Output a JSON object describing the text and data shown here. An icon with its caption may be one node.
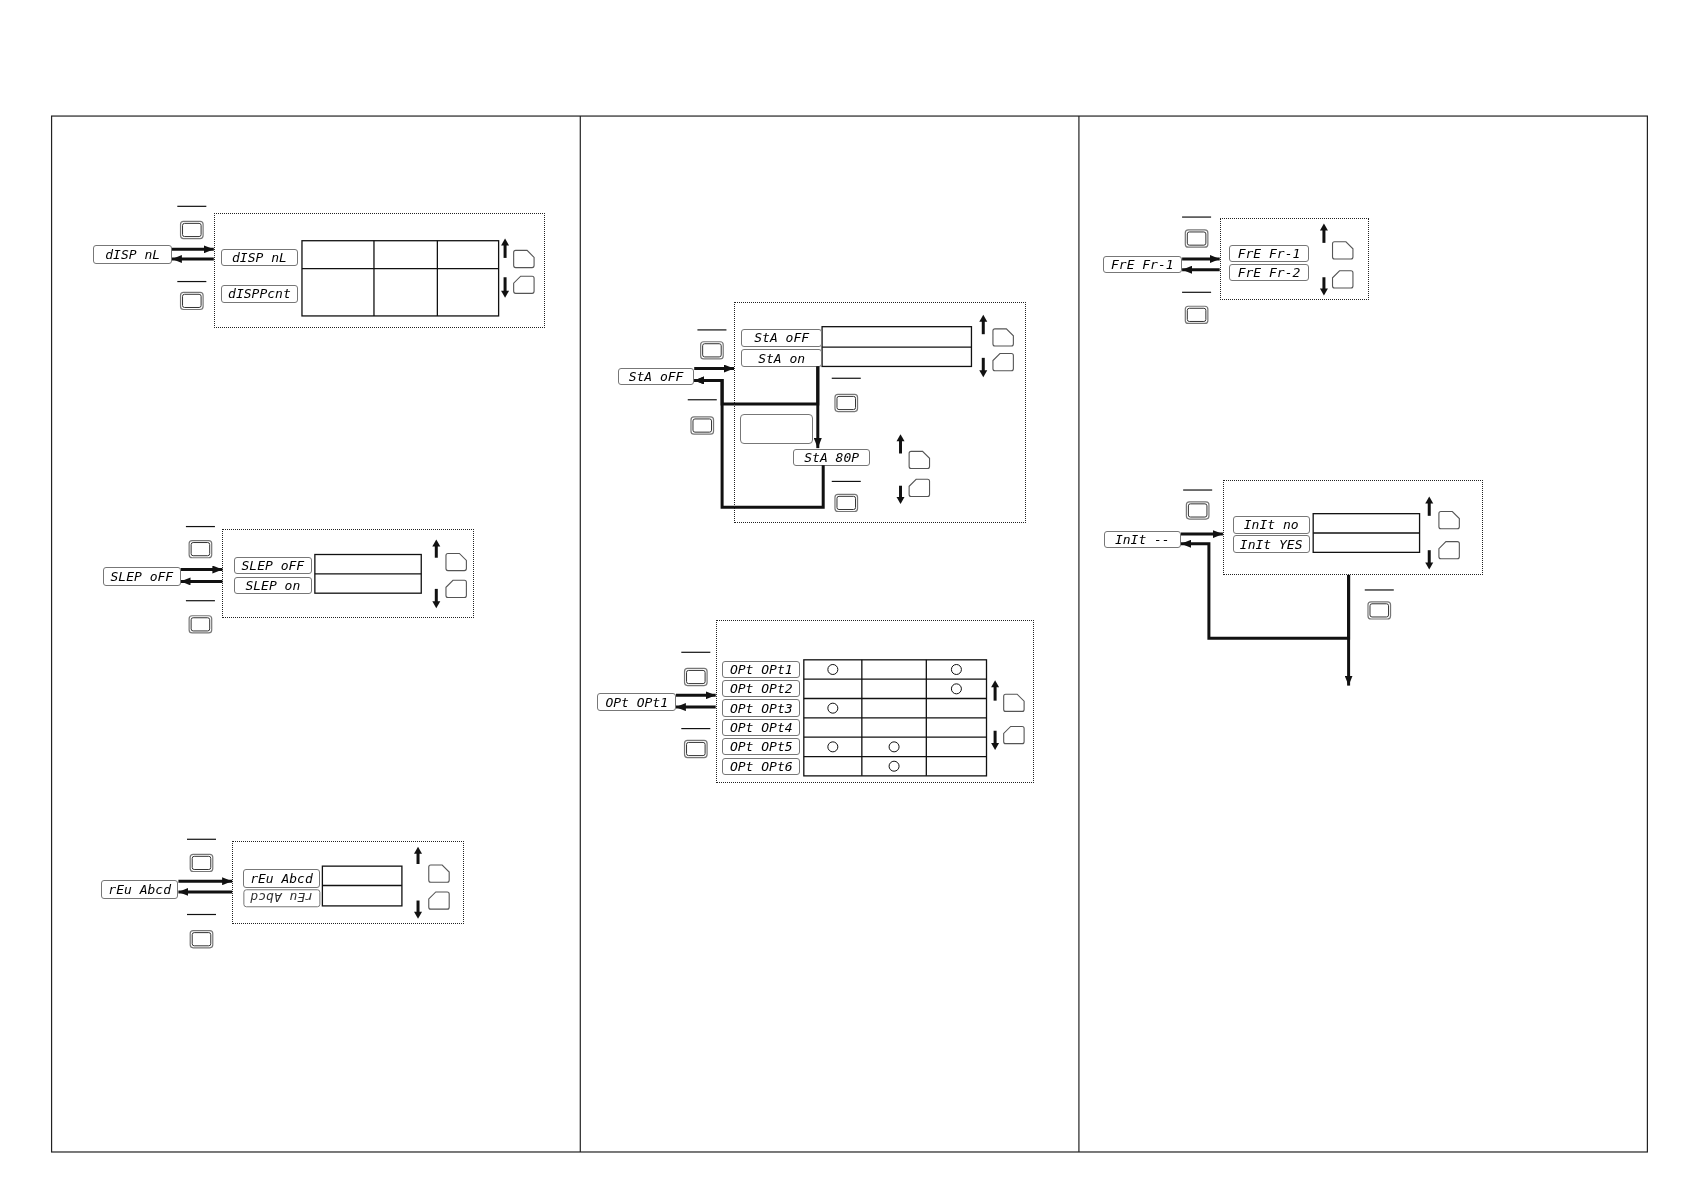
{
  "diagram": {
    "nodes": [
      {
        "text": [
          "dISP nL"
        ]
      },
      {
        "text": [],
        "shape": "box"
      },
      {
        "text": [
          "dISP nL"
        ],
        "in": 1
      },
      {
        "text": [
          "dISPPcnt"
        ],
        "in": 1
      },
      {
        "text": [
          "SLEP oFF"
        ]
      },
      {
        "text": [],
        "shape": "box"
      },
      {
        "text": [
          "SLEP oFF"
        ],
        "in": 5
      },
      {
        "text": [
          "SLEP on"
        ],
        "in": 5
      },
      {
        "text": [
          "rEu Abcd"
        ]
      },
      {
        "text": [],
        "shape": "box"
      },
      {
        "text": [
          "rEu Abcd"
        ],
        "in": 9
      },
      {
        "text": [
          "rEu Abcd"
        ],
        "in": 9
      },
      {
        "text": [
          "StA oFF"
        ]
      },
      {
        "text": [],
        "shape": "box"
      },
      {
        "text": [
          "StA oFF"
        ],
        "in": 13
      },
      {
        "text": [
          "StA on"
        ],
        "in": 13
      },
      {
        "text": [],
        "shape": "box",
        "in": 13
      },
      {
        "text": [
          "StA 80P"
        ],
        "in": 13
      },
      {
        "text": [
          "OPt OPt1"
        ]
      },
      {
        "text": [],
        "shape": "box"
      },
      {
        "text": [
          "OPt OPt1"
        ],
        "in": 19
      },
      {
        "text": [
          "OPt OPt2"
        ],
        "in": 19
      },
      {
        "text": [
          "OPt OPt3"
        ],
        "in": 19
      },
      {
        "text": [
          "OPt OPt4"
        ],
        "in": 19
      },
      {
        "text": [
          "OPt OPt5"
        ],
        "in": 19
      },
      {
        "text": [
          "OPt OPt6"
        ],
        "in": 19
      },
      {
        "text": [
          "FrE Fr-1"
        ]
      },
      {
        "text": [],
        "shape": "box"
      },
      {
        "text": [
          "FrE Fr-1"
        ],
        "in": 27
      },
      {
        "text": [
          "FrE Fr-2"
        ],
        "in": 27
      },
      {
        "text": [
          "InIt --"
        ]
      },
      {
        "text": [],
        "shape": "box"
      },
      {
        "text": [
          "InIt no"
        ],
        "in": 31
      },
      {
        "text": [
          "InIt YES"
        ],
        "in": 31
      }
    ],
    "edges": [
      {
        "from": 0,
        "to": 1,
        "arrow": "to"
      },
      {
        "from": 1,
        "to": 0,
        "arrow": "to"
      },
      {
        "from": 4,
        "to": 5,
        "arrow": "to"
      },
      {
        "from": 5,
        "to": 4,
        "arrow": "to"
      },
      {
        "from": 8,
        "to": 9,
        "arrow": "to"
      },
      {
        "from": 9,
        "to": 8,
        "arrow": "to"
      },
      {
        "from": 12,
        "to": 13,
        "arrow": "to"
      },
      {
        "from": 15,
        "to": 17,
        "arrow": "to"
      },
      {
        "from": 15,
        "to": 12,
        "arrow": "to"
      },
      {
        "from": 17,
        "to": 12,
        "arrow": "to"
      },
      {
        "from": 18,
        "to": 19,
        "arrow": "to"
      },
      {
        "from": 19,
        "to": 18,
        "arrow": "to"
      },
      {
        "from": 26,
        "to": 27,
        "arrow": "to"
      },
      {
        "from": 27,
        "to": 26,
        "arrow": "to"
      },
      {
        "from": 30,
        "to": 31,
        "arrow": "to"
      },
      {
        "from": 31,
        "to": 30,
        "arrow": "to"
      },
      {
        "from": 31,
        "to": null,
        "arrow": "to"
      }
    ]
  }
}
